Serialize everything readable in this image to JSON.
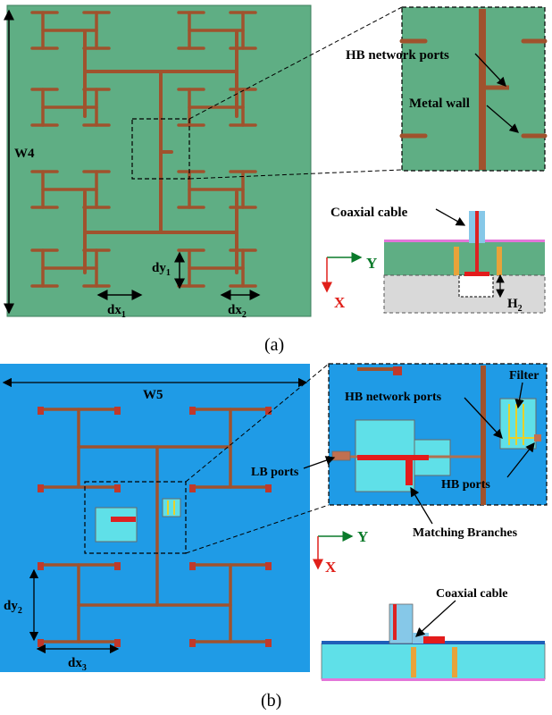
{
  "panel_a": {
    "caption": "(a)",
    "width_label": "W4",
    "dy_label": "dy",
    "dy_sub": "1",
    "dx1_label": "dx",
    "dx1_sub": "1",
    "dx2_label": "dx",
    "dx2_sub": "2",
    "callouts": {
      "hb_network_ports": "HB network ports",
      "metal_wall": "Metal wall",
      "coaxial_cable": "Coaxial cable",
      "h_label": "H",
      "h_sub": "2"
    },
    "axes": {
      "y": "Y",
      "x": "X"
    }
  },
  "panel_b": {
    "caption": "(b)",
    "width_label": "W5",
    "dy_label": "dy",
    "dy_sub": "2",
    "dx_label": "dx",
    "dx_sub": "3",
    "callouts": {
      "hb_network_ports": "HB network ports",
      "filter": "Filter",
      "lb_ports": "LB ports",
      "hb_ports": "HB ports",
      "matching_branches": "Matching Branches",
      "coaxial_cable": "Coaxial cable"
    },
    "axes": {
      "y": "Y",
      "x": "X"
    }
  },
  "colors": {
    "panel_a_bg": "#5fae84",
    "panel_b_bg": "#1f9be6",
    "feed_line": "#a0522d",
    "axis_y": "#0a7a2a",
    "axis_x": "#e0201a"
  }
}
